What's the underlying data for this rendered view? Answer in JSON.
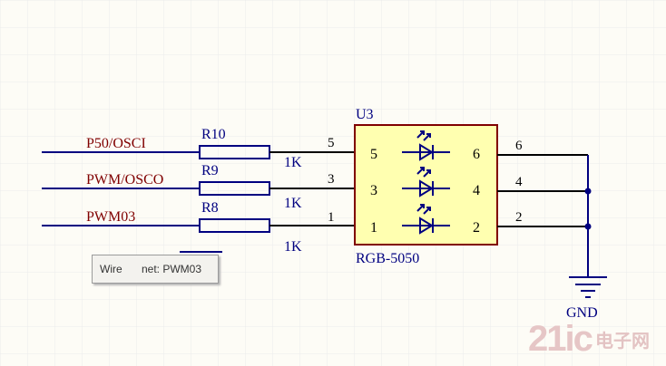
{
  "nets": [
    {
      "label": "P50/OSCI",
      "resistor": "R10",
      "value": "1K",
      "pin": "5"
    },
    {
      "label": "PWM/OSCO",
      "resistor": "R9",
      "value": "1K",
      "pin": "3"
    },
    {
      "label": "PWM03",
      "resistor": "R8",
      "value": "1K",
      "pin": "1"
    }
  ],
  "component": {
    "designator": "U3",
    "part": "RGB-5050",
    "left_pins": [
      "5",
      "3",
      "1"
    ],
    "right_pins": [
      "6",
      "4",
      "2"
    ]
  },
  "right_nets": [
    "6",
    "4",
    "2"
  ],
  "ground_label": "GND",
  "tooltip": {
    "kind": "Wire",
    "net": "net: PWM03"
  },
  "watermark": {
    "text": "21ic",
    "sub": "电子网"
  },
  "colors": {
    "wire": "#000080",
    "net_label": "#800000",
    "ic_fill": "#ffffb0",
    "ic_border": "#800000",
    "grid": "#ececec"
  }
}
